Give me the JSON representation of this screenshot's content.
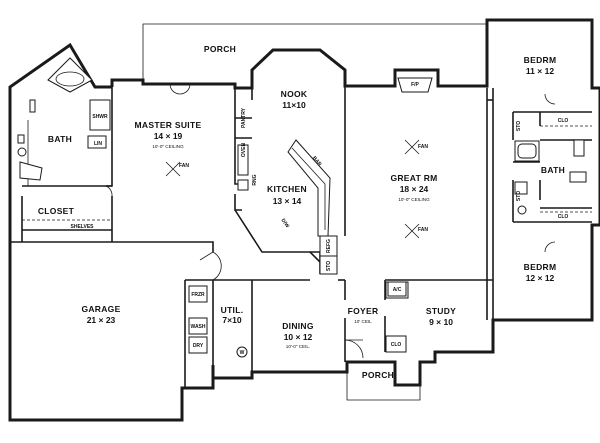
{
  "rooms": {
    "porch_rear": {
      "name": "PORCH"
    },
    "nook": {
      "name": "NOOK",
      "size": "11×10"
    },
    "master": {
      "name": "MASTER SUITE",
      "size": "14 × 19",
      "ceiling": "10'-0\" CEILING"
    },
    "bath_master": {
      "name": "BATH"
    },
    "closet": {
      "name": "CLOSET"
    },
    "kitchen": {
      "name": "KITCHEN",
      "size": "13 × 14"
    },
    "great": {
      "name": "GREAT RM",
      "size": "18 × 24",
      "ceiling": "10'-0\" CEILING"
    },
    "bedrm1": {
      "name": "BEDRM",
      "size": "11 × 12"
    },
    "bath2": {
      "name": "BATH"
    },
    "bedrm2": {
      "name": "BEDRM",
      "size": "12 × 12"
    },
    "garage": {
      "name": "GARAGE",
      "size": "21 × 23"
    },
    "util": {
      "name": "UTIL.",
      "size": "7×10"
    },
    "dining": {
      "name": "DINING",
      "size": "10 × 12",
      "ceiling": "10'-0\" CEIL."
    },
    "foyer": {
      "name": "FOYER",
      "ceiling": "10' CEIL"
    },
    "study": {
      "name": "STUDY",
      "size": "9 × 10"
    },
    "porch_front": {
      "name": "PORCH"
    }
  },
  "labels": {
    "fan": "FAN",
    "pantry": "PANTRY",
    "oven": "OVEN",
    "rng": "RNG",
    "dw": "D/W",
    "bar": "BAR",
    "refg": "REFG",
    "sto": "STO",
    "ac": "A/C",
    "clo": "CLO",
    "lin": "LIN",
    "shwr": "SHWR",
    "shelves": "SHELVES",
    "frzr": "FRZR",
    "wash": "WASH",
    "dry": "DRY",
    "w": "W",
    "fp": "F/P"
  }
}
